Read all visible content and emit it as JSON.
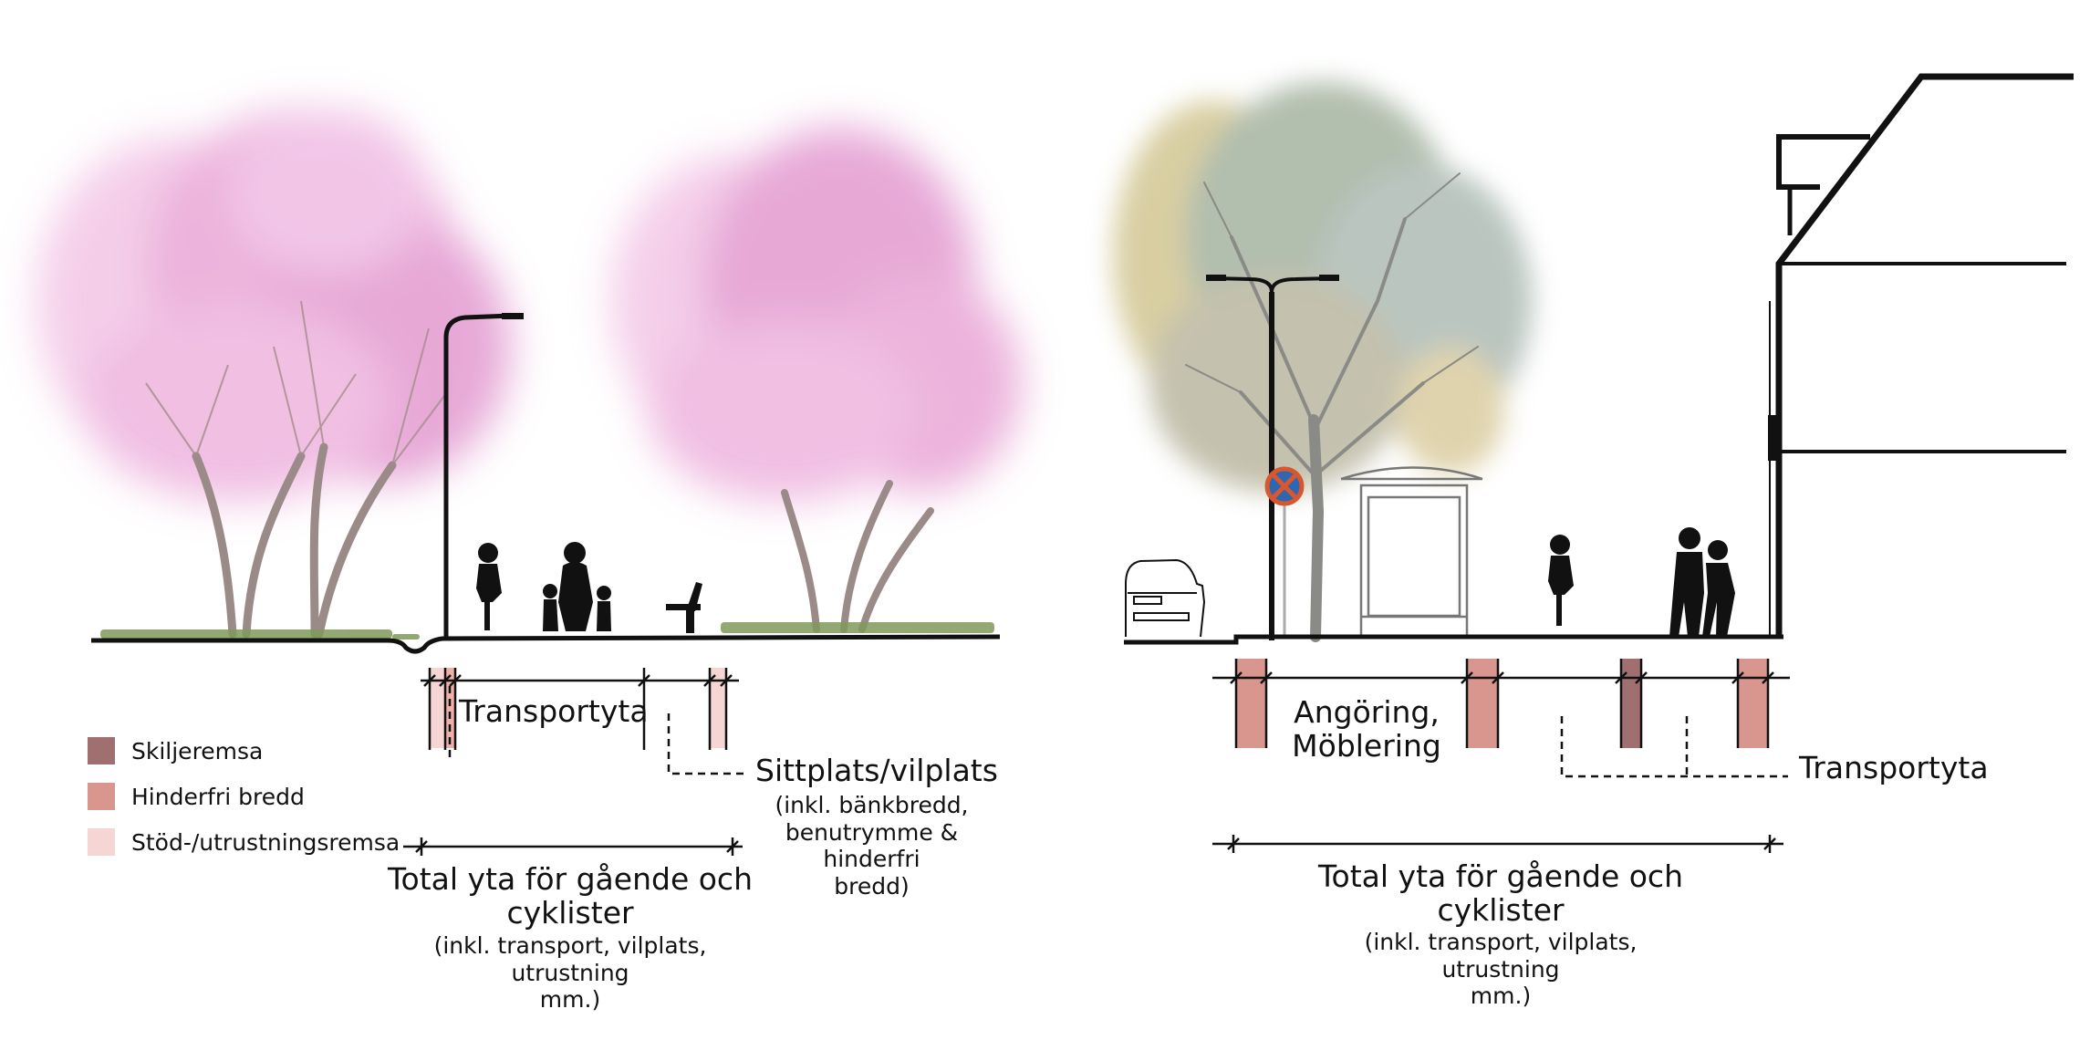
{
  "legend": {
    "items": [
      {
        "label": "Skiljeremsa",
        "color": "#a07070"
      },
      {
        "label": "Hinderfri bredd",
        "color": "#d9968e"
      },
      {
        "label": "Stöd-/utrustningsremsa",
        "color": "#f6d6d4"
      }
    ]
  },
  "left_section": {
    "transport_label": "Transportyta",
    "seating_label": "Sittplats/vilplats",
    "seating_note": "(inkl. bänkbredd,\nbenutrymme & hinderfri\nbredd)",
    "total_label": "Total yta för gående och\ncyklister",
    "total_note": "(inkl. transport, vilplats, utrustning\nmm.)"
  },
  "right_section": {
    "zone_label": "Angöring,\nMöblering",
    "transport_label": "Transportyta",
    "total_label": "Total yta för gående och\ncyklister",
    "total_note": "(inkl. transport, vilplats, utrustning\nmm.)"
  },
  "colors": {
    "blossom": "#e39ad0",
    "blossom_light": "#f3c6e6",
    "canopy_sage": "#9fae9a",
    "canopy_ochre": "#cfc28c",
    "grass": "#7f9a5a",
    "ink": "#111111"
  }
}
